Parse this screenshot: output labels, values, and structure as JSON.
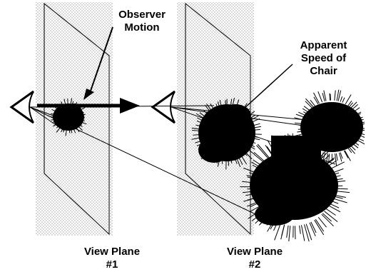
{
  "labels": {
    "observer_motion": {
      "line1": "Observer",
      "line2": "Motion"
    },
    "apparent_speed": {
      "line1": "Apparent",
      "line2": "Speed of",
      "line3": "Chair"
    },
    "view_plane_1": {
      "line1": "View Plane",
      "line2": "#1"
    },
    "view_plane_2": {
      "line1": "View Plane",
      "line2": "#2"
    }
  },
  "colors": {
    "ink": "#000000",
    "stipple": "#9a9a9a",
    "background": "#ffffff"
  }
}
